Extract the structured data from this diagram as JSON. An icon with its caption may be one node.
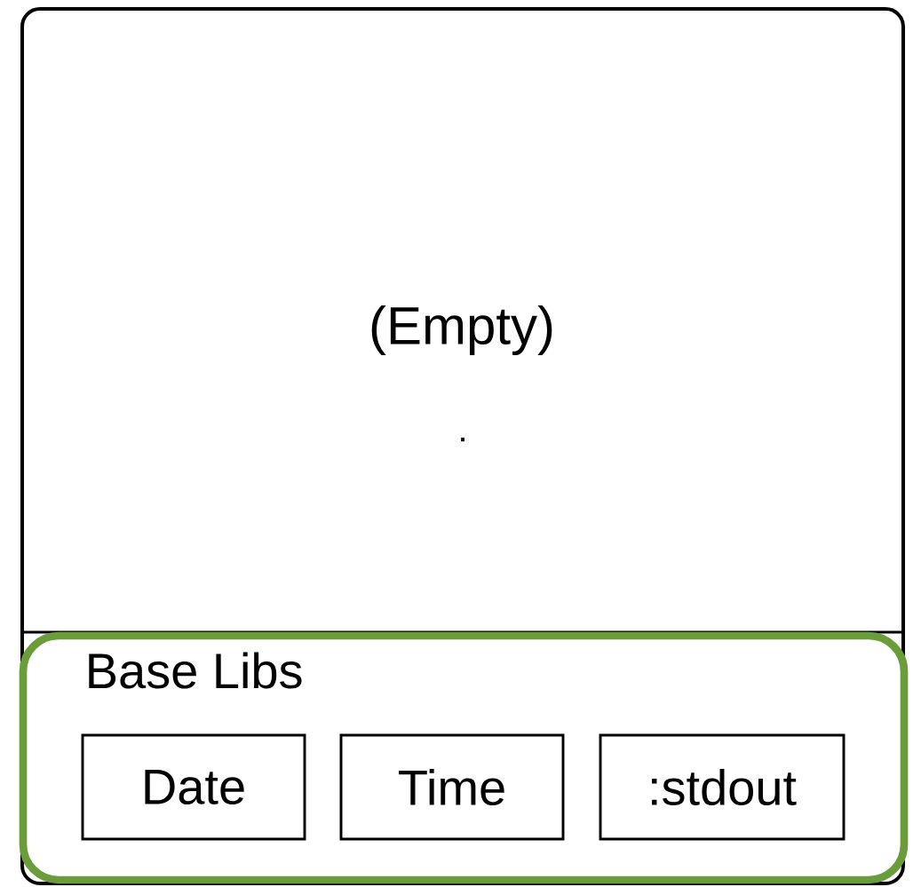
{
  "diagram": {
    "nodes": [
      {
        "text": [
          "(Empty)",
          "."
        ]
      },
      {
        "text": [
          "Base Libs"
        ],
        "in": 0
      },
      {
        "text": [
          "Date"
        ],
        "in": 1
      },
      {
        "text": [
          "Time"
        ],
        "in": 1
      },
      {
        "text": [
          ":stdout"
        ],
        "in": 1
      }
    ]
  }
}
